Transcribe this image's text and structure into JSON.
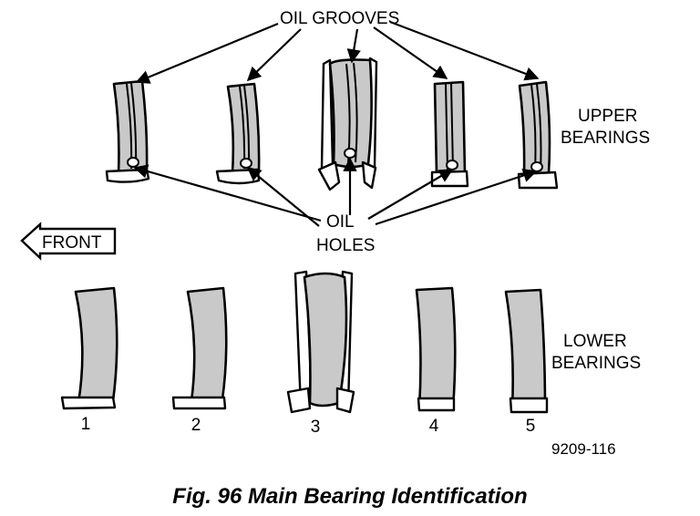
{
  "labels": {
    "oil_grooves": "OIL GROOVES",
    "oil": "OIL",
    "holes": "HOLES",
    "upper_line1": "UPPER",
    "upper_line2": "BEARINGS",
    "lower_line1": "LOWER",
    "lower_line2": "BEARINGS",
    "front": "FRONT",
    "figure_code": "9209-116"
  },
  "bearing_numbers": [
    "1",
    "2",
    "3",
    "4",
    "5"
  ],
  "caption": "Fig. 96 Main Bearing Identification"
}
